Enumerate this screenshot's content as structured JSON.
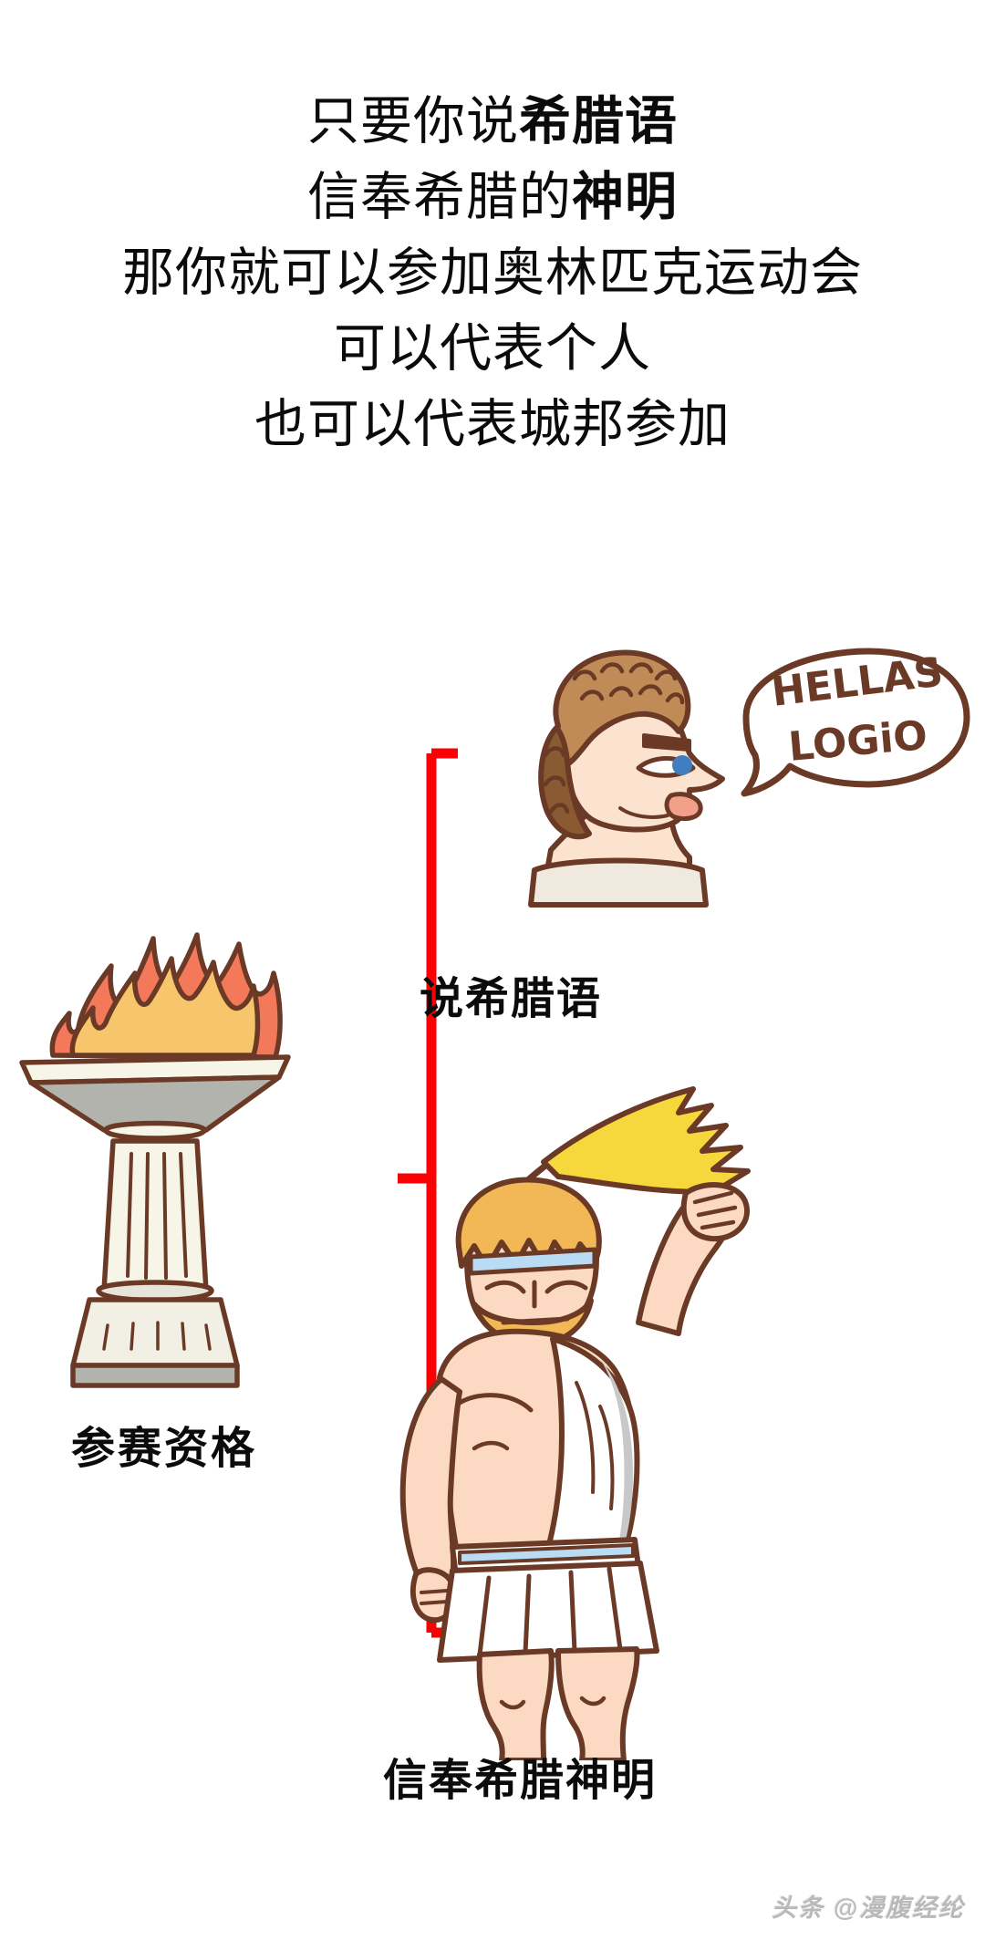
{
  "page": {
    "background_color": "#ffffff",
    "text_color": "#0b0b0b"
  },
  "caption": {
    "lines": [
      {
        "plain_before": "只要你说",
        "emphasis": "希腊语",
        "plain_after": ""
      },
      {
        "plain_before": "信奉希腊的",
        "emphasis": "神明",
        "plain_after": ""
      },
      {
        "plain_before": "那你就可以参加奥林匹克运动会",
        "emphasis": "",
        "plain_after": ""
      },
      {
        "plain_before": "可以代表个人",
        "emphasis": "",
        "plain_after": ""
      },
      {
        "plain_before": "也可以代表城邦参加",
        "emphasis": "",
        "plain_after": ""
      }
    ]
  },
  "speech_bubble": {
    "line1": "HELLAS",
    "line2": "LOGiO",
    "ink_color": "#6b3a26",
    "fill_color": "#ffffff"
  },
  "labels": {
    "speak_greek": "说希腊语",
    "eligibility": "参赛资格",
    "worship_gods": "信奉希腊神明"
  },
  "bracket": {
    "color": "#fb0103",
    "stroke_width": 11,
    "branch_count": 2
  },
  "illustrations": {
    "brazier": {
      "name": "olympic-flame-brazier",
      "flame_outer_color": "#f4795a",
      "flame_inner_color": "#f7c56c",
      "stone_light_color": "#f7f4e8",
      "stone_shade_color": "#b3b3ae",
      "outline_color": "#6b3a26"
    },
    "greek_speaker": {
      "name": "greek-man-speaking",
      "hair_color": "#c08b56",
      "hair_shadow_color": "#8a5a32",
      "skin_color": "#fbe3cf",
      "eye_color": "#3f7fc1",
      "outline_color": "#6b3a26"
    },
    "zeus": {
      "name": "zeus-with-lightning-bolt",
      "hair_color": "#f2b855",
      "skin_color": "#fbd9c2",
      "robe_color": "#ffffff",
      "robe_shade_color": "#c8c8c8",
      "bolt_color": "#f6d83c",
      "sandal_color": "#ccc071",
      "headband_color": "#b9dcf4",
      "outline_color": "#6b3a26"
    }
  },
  "watermark": {
    "text": "头条 @漫腹经纶",
    "color": "#b9b9b9"
  }
}
